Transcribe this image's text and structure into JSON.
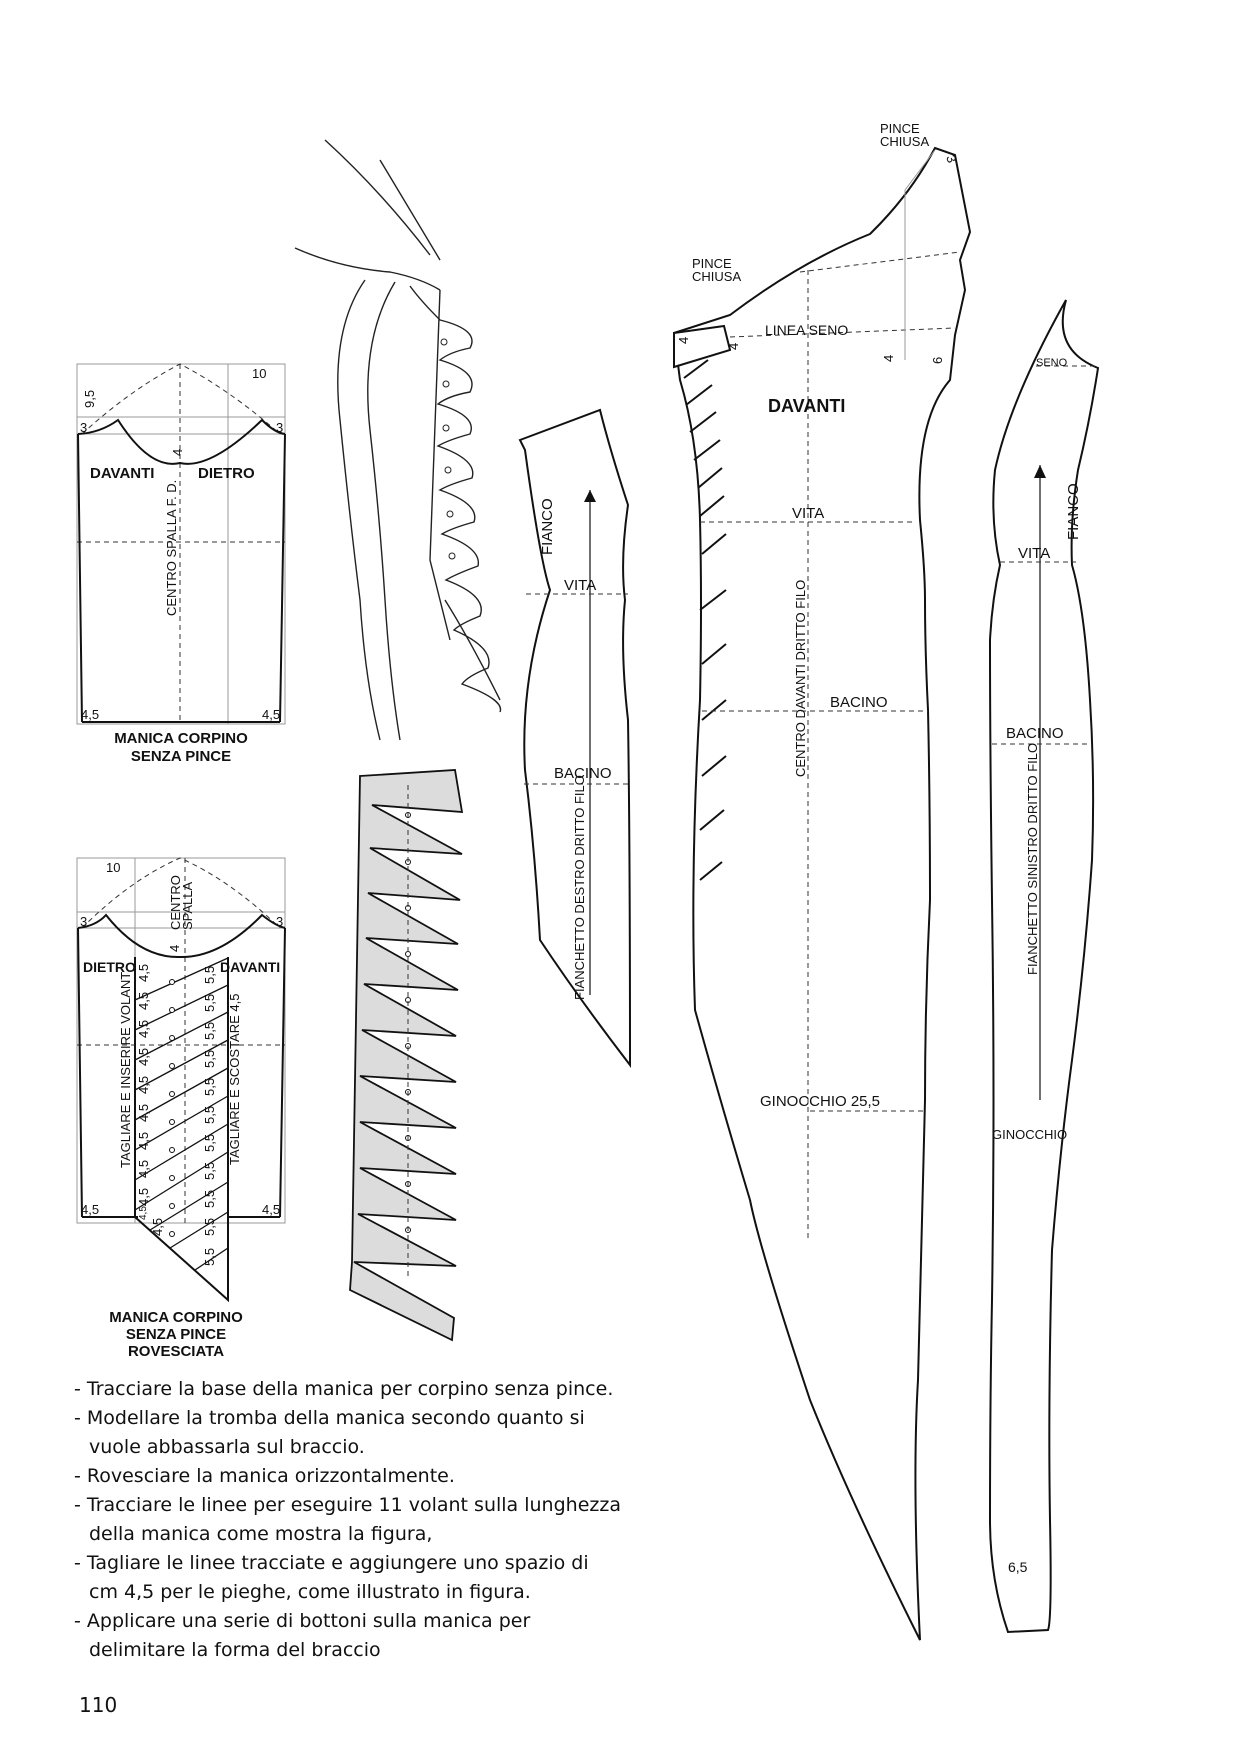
{
  "sleeve_basic": {
    "measure_top": "10",
    "measure_cap_height": "9,5",
    "measure_side_left": "3",
    "measure_side_right": "3",
    "measure_center": "4",
    "label_front": "DAVANTI",
    "label_back": "DIETRO",
    "center_line": "CENTRO SPALLA  F. D.",
    "hem_left": "4,5",
    "hem_right": "4,5",
    "caption_line1": "MANICA CORPINO",
    "caption_line2": "SENZA PINCE"
  },
  "sleeve_reversed": {
    "measure_top": "10",
    "measure_side_left": "3",
    "measure_side_right": "3",
    "measure_center": "4",
    "center_label_line1": "CENTRO",
    "center_label_line2": "SPALLA",
    "label_back": "DIETRO",
    "label_front": "DAVANTI",
    "cut_insert": "TAGLIARE E INSERIRE VOLANT",
    "cut_spread": "TAGLIARE E SCOSTARE 4,5",
    "left_measures": [
      "4,5",
      "4,5",
      "4,5",
      "4,5",
      "4,5",
      "4,5",
      "4,5",
      "4,5",
      "4,5",
      "4,5"
    ],
    "right_measures": [
      "5,5",
      "5,5",
      "5,5",
      "5,5",
      "5,5",
      "5,5",
      "5,5",
      "5,5",
      "5,5",
      "5,5",
      "5,5"
    ],
    "hem_left": "4,5",
    "hem_right": "4,5",
    "hem_small": "4,5",
    "caption_line1": "MANICA CORPINO",
    "caption_line2": "SENZA PINCE",
    "caption_line3": "ROVESCIATA"
  },
  "right_side_panel": {
    "label_side": "FIANCO",
    "label_waist": "VITA",
    "label_hip": "BACINO",
    "grain": "FIANCHETTO DESTRO DRITTO FILO"
  },
  "front_panel": {
    "dart_top": [
      "PINCE",
      "CHIUSA"
    ],
    "dart_left": [
      "PINCE",
      "CHIUSA"
    ],
    "bust_line": "LINEA SENO",
    "title": "DAVANTI",
    "label_waist": "VITA",
    "label_hip": "BACINO",
    "grain": "CENTRO DAVANTI DRITTO FILO",
    "knee": "GINOCCHIO   25,5",
    "m_top": "3",
    "m_4a": "4",
    "m_4b": "4",
    "m_4c": "4",
    "m_6": "6"
  },
  "left_side_panel": {
    "label_bust": "SENO",
    "label_side": "FIANCO",
    "label_waist": "VITA",
    "label_hip": "BACINO",
    "grain": "FIANCHETTO SINISTRO DRITTO FILO",
    "knee": "GINOCCHIO",
    "hem": "6,5"
  },
  "instructions": [
    {
      "text": "- Tracciare la base della manica per corpino senza pince.",
      "cont": false
    },
    {
      "text": "- Modellare la tromba della manica secondo quanto si",
      "cont": false
    },
    {
      "text": "vuole abbassarla sul braccio.",
      "cont": true
    },
    {
      "text": "- Rovesciare la manica orizzontalmente.",
      "cont": false
    },
    {
      "text": "- Tracciare le linee per eseguire 11 volant sulla lunghezza",
      "cont": false
    },
    {
      "text": "della manica come mostra la figura,",
      "cont": true
    },
    {
      "text": "- Tagliare le linee tracciate e aggiungere uno spazio di",
      "cont": false
    },
    {
      "text": "cm 4,5 per le pieghe, come illustrato in figura.",
      "cont": false,
      "indent": true
    },
    {
      "text": "- Applicare una serie di bottoni sulla manica per",
      "cont": false
    },
    {
      "text": "delimitare la forma del braccio",
      "cont": true
    }
  ],
  "page_number": "110"
}
